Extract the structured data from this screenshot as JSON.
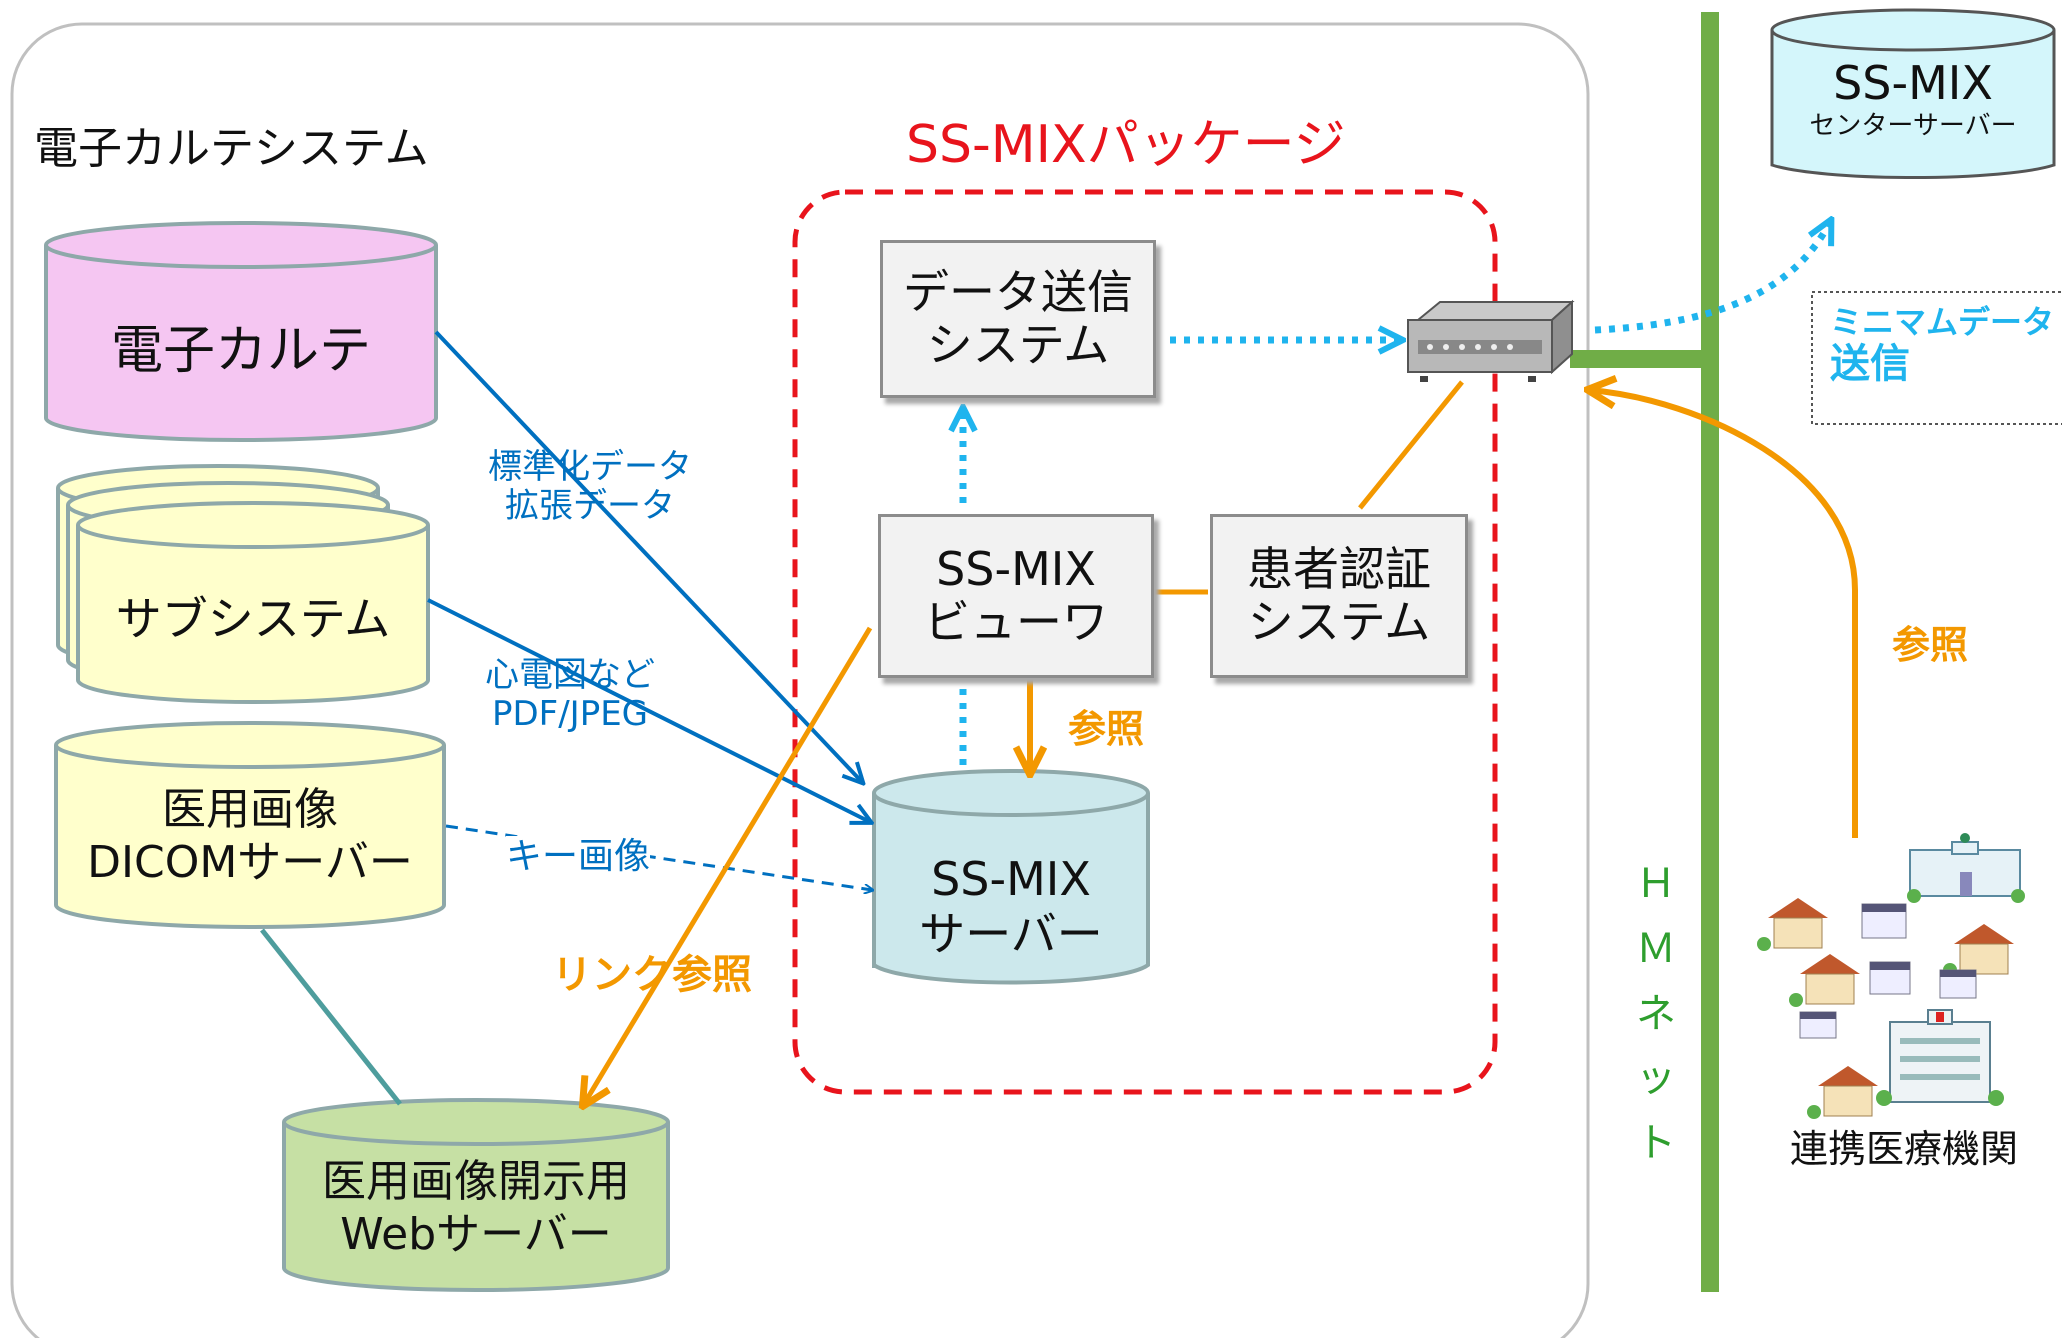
{
  "emr_system_label": "電子カルテシステム",
  "package_label": "SS-MIXパッケージ",
  "emr_db": "電子カルテ",
  "subsystem_db": "サブシステム",
  "dicom_server": {
    "line1": "医用画像",
    "line2": "DICOMサーバー"
  },
  "web_server": {
    "line1": "医用画像開示用",
    "line2": "Webサーバー"
  },
  "ssmix_server": {
    "line1": "SS-MIX",
    "line2": "サーバー"
  },
  "data_send_system": {
    "line1": "データ送信",
    "line2": "システム"
  },
  "ssmix_viewer": {
    "line1": "SS-MIX",
    "line2": "ビューワ"
  },
  "patient_auth": {
    "line1": "患者認証",
    "line2": "システム"
  },
  "center_server": {
    "line1": "SS-MIX",
    "line2": "センターサーバー"
  },
  "edge_labels": {
    "standardized": "標準化データ",
    "extended": "拡張データ",
    "ecg": "心電図など",
    "pdf_jpeg": "PDF/JPEG",
    "key_image": "キー画像",
    "link_ref": "リンク参照",
    "ref_viewer": "参照",
    "ref_hospitals": "参照",
    "min_data": "ミニマムデータ",
    "send": "送信"
  },
  "network": {
    "chars": [
      "Ｈ",
      "Ｍ",
      "ネ",
      "ッ",
      "ト"
    ]
  },
  "hospitals_label": "連携医療機関",
  "colors": {
    "pink": "#f5c6f2",
    "yellow": "#ffffcc",
    "green": "#c6e0a4",
    "teal": "#cce8ec",
    "cyan": "#d4f6fb",
    "blue": "#0070c0",
    "orange": "#f39800",
    "red": "#e8141c",
    "network_green": "#70ad47",
    "dotted_blue": "#1fb4ee"
  }
}
